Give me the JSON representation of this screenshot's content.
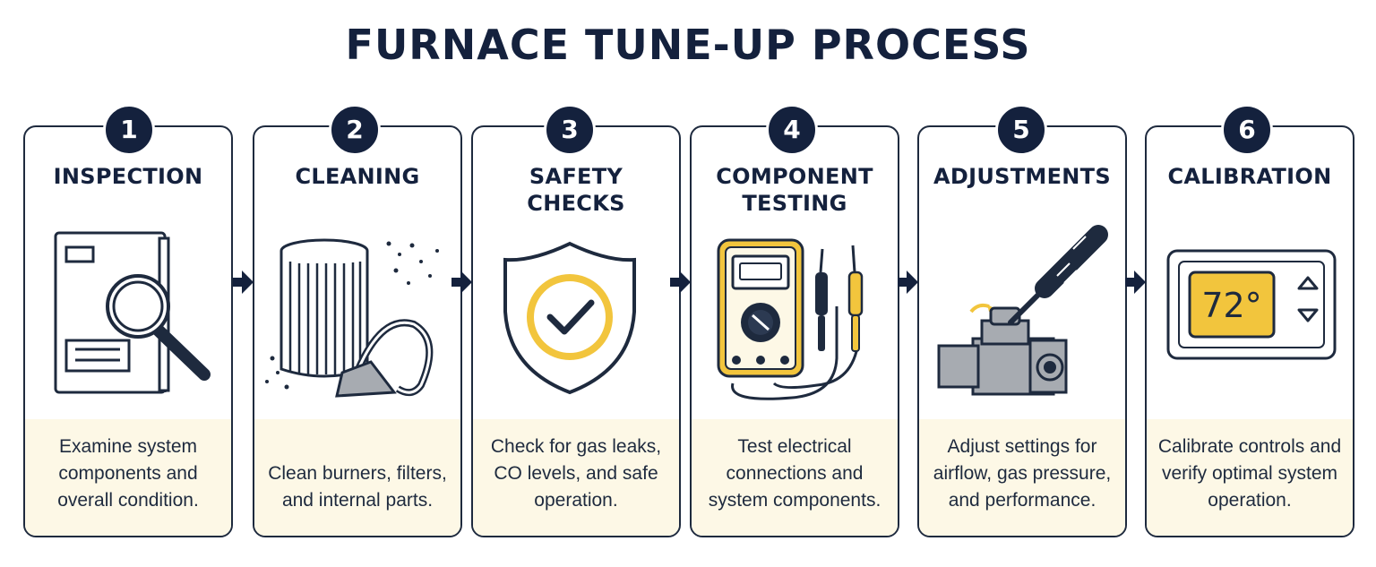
{
  "title": "FURNACE TUNE-UP PROCESS",
  "steps": [
    {
      "number": "1",
      "label": "INSPECTION",
      "description": "Examine system components and overall condition.",
      "icon": "magnifier-furnace-icon"
    },
    {
      "number": "2",
      "label": "CLEANING",
      "description": "Clean burners, filters, and internal parts.",
      "icon": "filter-vacuum-icon"
    },
    {
      "number": "3",
      "label": "SAFETY CHECKS",
      "description": "Check for gas leaks, CO levels, and safe operation.",
      "icon": "shield-check-icon"
    },
    {
      "number": "4",
      "label": "COMPONENT TESTING",
      "description": "Test electrical connections and system components.",
      "icon": "multimeter-icon"
    },
    {
      "number": "5",
      "label": "ADJUSTMENTS",
      "description": "Adjust settings for airflow, gas pressure, and performance.",
      "icon": "screwdriver-valve-icon"
    },
    {
      "number": "6",
      "label": "CALIBRATION",
      "description": "Calibrate controls and verify optimal system operation.",
      "icon": "thermostat-icon"
    }
  ],
  "thermostat_reading": "72°",
  "colors": {
    "navy": "#14213d",
    "accent_yellow": "#f2c53d",
    "footer_cream": "#fdf8e6",
    "metal_gray": "#a7abb1"
  }
}
